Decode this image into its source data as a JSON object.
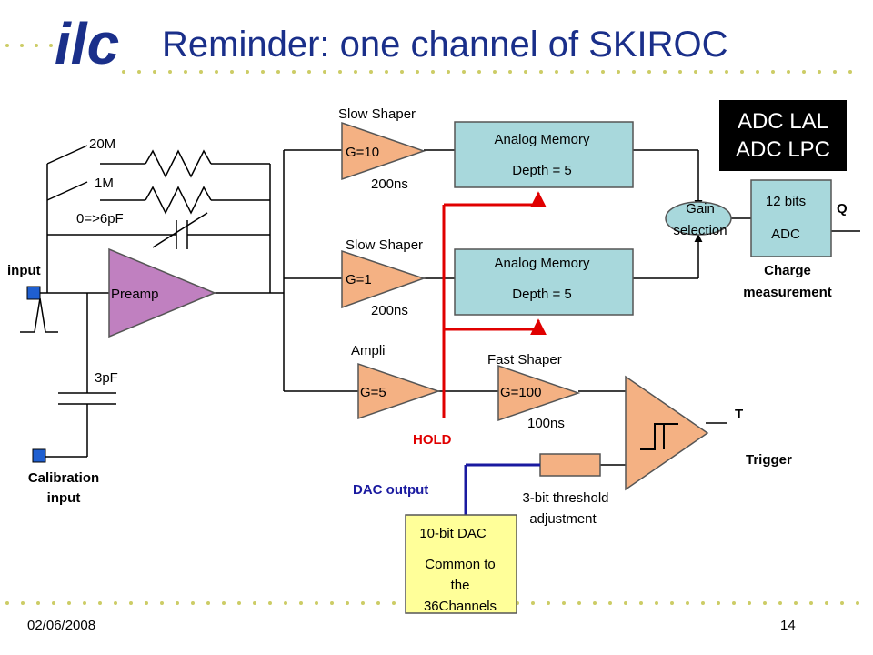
{
  "slide": {
    "logo": "ilc",
    "title": "Reminder: one channel of SKIROC",
    "date": "02/06/2008",
    "page_number": "14"
  },
  "colors": {
    "title": "#1a2f8a",
    "logo": "#1a2f8a",
    "dots": "#cccc66",
    "memory_fill": "#a8d8dc",
    "shaper_fill": "#f4b183",
    "preamp_fill": "#c080c0",
    "gain_fill": "#a8d8dc",
    "dac_fill": "#ffff99",
    "hold_line": "#e00000",
    "dac_line": "#1a1aa0",
    "input_square": "#1f5fd0"
  },
  "input": {
    "label": "input",
    "feedback_r1": "20M",
    "feedback_r2": "1M",
    "feedback_c": "0=>6pF",
    "preamp": "Preamp",
    "cal_cap": "3pF",
    "cal_label": "Calibration input"
  },
  "slow_shaper_1": {
    "title": "Slow Shaper",
    "gain": "G=10",
    "time": "200ns"
  },
  "slow_shaper_2": {
    "title": "Slow Shaper",
    "gain": "G=1",
    "time": "200ns"
  },
  "memory_1": {
    "title": "Analog Memory",
    "depth": "Depth = 5"
  },
  "memory_2": {
    "title": "Analog Memory",
    "depth": "Depth = 5"
  },
  "ampli": {
    "title": "Ampli",
    "gain": "G=5"
  },
  "fast_shaper": {
    "title": "Fast Shaper",
    "gain": "G=100",
    "time": "100ns"
  },
  "hold_label": "HOLD",
  "gain_selection": "Gain selection",
  "adc": {
    "bits": "12 bits",
    "label": "ADC",
    "output": "Q",
    "caption": "Charge measurement"
  },
  "adc_box": {
    "line1": "ADC LAL",
    "line2": "ADC LPC"
  },
  "trigger": {
    "output": "T",
    "label": "Trigger"
  },
  "threshold": "3-bit threshold adjustment",
  "dac_output": "DAC output",
  "dac": {
    "line1": "10-bit DAC",
    "line2": "Common to the 36Channels"
  }
}
